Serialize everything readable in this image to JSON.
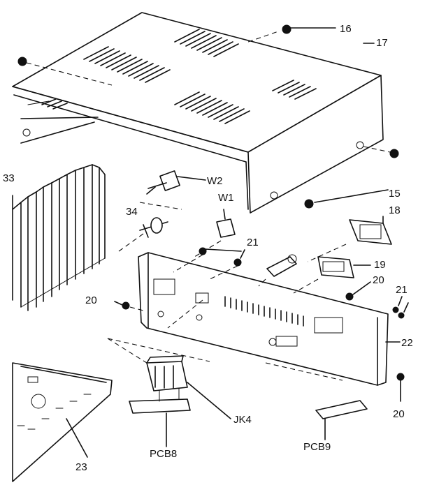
{
  "labels": {
    "l16": "16",
    "l17": "17",
    "l33": "33",
    "lW2": "W2",
    "lW1": "W1",
    "l34": "34",
    "l15": "15",
    "l18": "18",
    "l21a": "21",
    "l19": "19",
    "l20a": "20",
    "l20b": "20",
    "l21b": "21",
    "l22": "22",
    "l20c": "20",
    "lJK4": "JK4",
    "lPCB8": "PCB8",
    "lPCB9": "PCB9",
    "l23": "23"
  }
}
